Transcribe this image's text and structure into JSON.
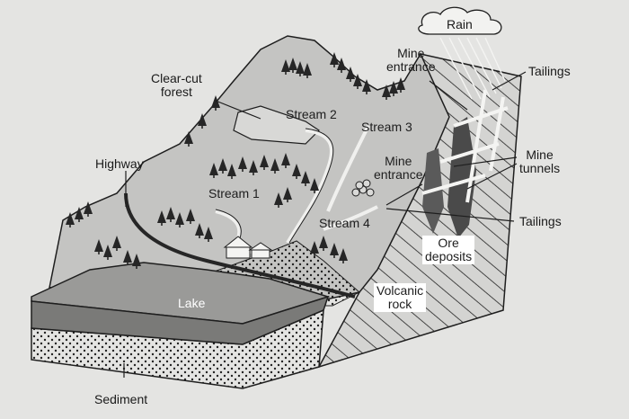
{
  "labels": {
    "rain": "Rain",
    "mine_entrance_top": [
      "Mine",
      "entrance"
    ],
    "tailings_top": "Tailings",
    "clear_cut_forest": [
      "Clear-cut",
      "forest"
    ],
    "stream_2": "Stream 2",
    "stream_3": "Stream 3",
    "highway": "Highway",
    "mine_entrance_mid": [
      "Mine",
      "entrance"
    ],
    "mine_tunnels": [
      "Mine",
      "tunnels"
    ],
    "stream_1": "Stream 1",
    "stream_4": "Stream 4",
    "tailings_bottom": "Tailings",
    "ore_deposits": [
      "Ore",
      "deposits"
    ],
    "lake": "Lake",
    "volcanic_rock": [
      "Volcanic",
      "rock"
    ],
    "sediment": "Sediment"
  },
  "colors": {
    "background": "#e4e4e2",
    "mountain": "#c4c4c2",
    "lake": "#8c8c8a",
    "sediment": "#f2f2f0",
    "volcanic_rock": "#d2d2d0",
    "ore": "#4a4a4a",
    "trees": "#262626",
    "outline": "#1e1e1e"
  }
}
